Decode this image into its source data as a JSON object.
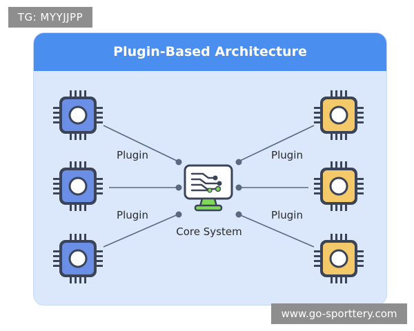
{
  "corner_tag": "TG: MYYJJPP",
  "title": "Plugin-Based Architecture",
  "core_label": "Core System",
  "plugin_labels": [
    "Plugin",
    "Plugin",
    "Plugin",
    "Plugin"
  ],
  "watermark": "www.go-sporttery.com",
  "colors": {
    "header": "#4a8ef0",
    "panel": "#dbe8fb",
    "blue_chip": "#6b8fe6",
    "orange_chip": "#f4c96a",
    "core_accent": "#7ed957",
    "connector": "#5a6880"
  }
}
